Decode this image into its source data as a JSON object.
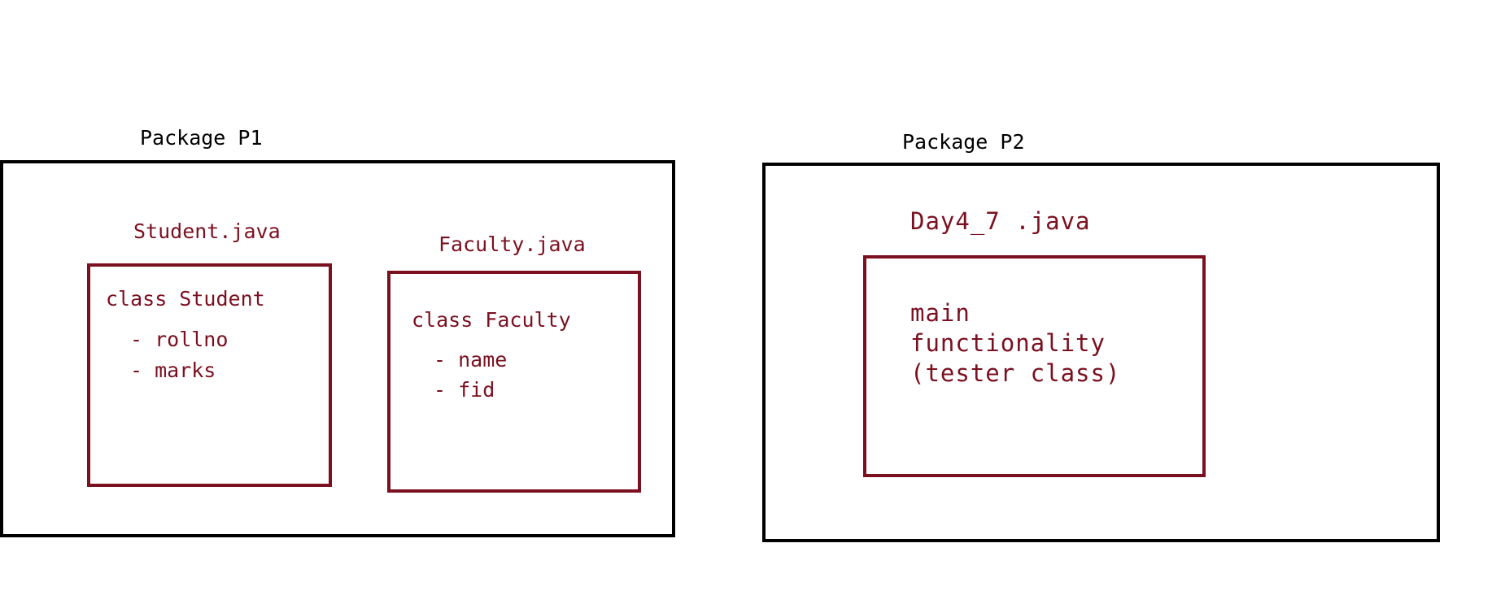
{
  "colors": {
    "package_border": "#000000",
    "class_border": "#7b1020",
    "class_text": "#7b1020",
    "package_text": "#000000"
  },
  "packages": [
    {
      "label": "Package P1",
      "files": [
        {
          "file_label": "Student.java",
          "class_title": "class Student",
          "fields": [
            "- rollno",
            "- marks"
          ]
        },
        {
          "file_label": "Faculty.java",
          "class_title": "class Faculty",
          "fields": [
            "- name",
            "- fid"
          ]
        }
      ]
    },
    {
      "label": "Package P2",
      "files": [
        {
          "file_label": "Day4_7 .java",
          "body_lines": [
            "main",
            "functionality",
            "(tester class)"
          ]
        }
      ]
    }
  ]
}
